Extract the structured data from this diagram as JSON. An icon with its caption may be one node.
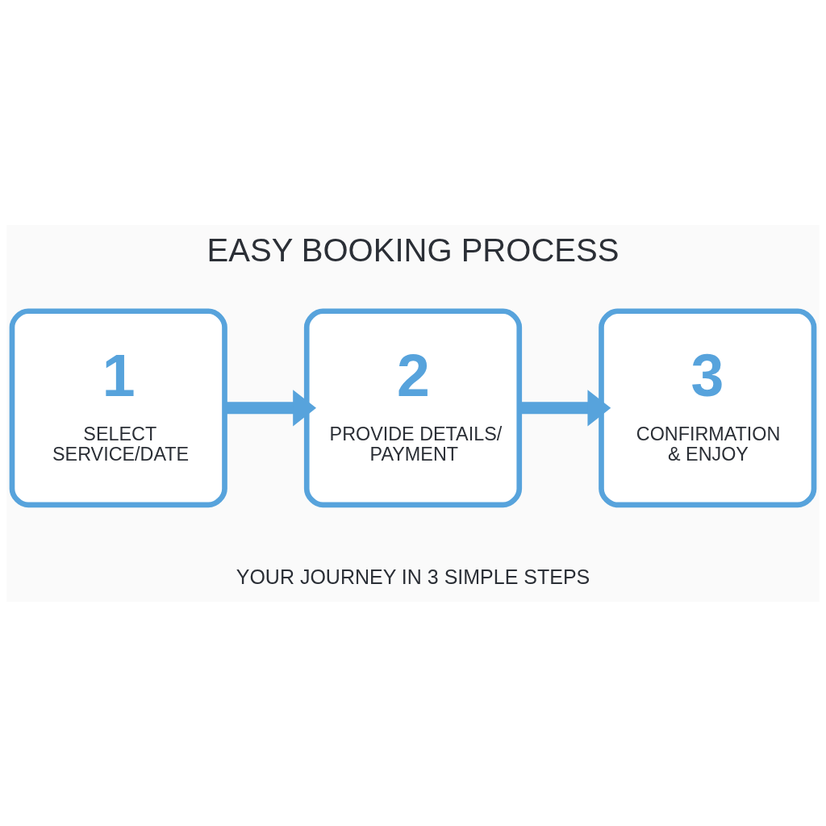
{
  "diagram": {
    "title": "EASY BOOKING PROCESS",
    "caption": "YOUR JOURNEY IN 3 SIMPLE STEPS",
    "nodes": [
      {
        "text": [
          "1",
          "SELECT SERVICE/DATE"
        ]
      },
      {
        "text": [
          "2",
          "PROVIDE DETAILS/ PAYMENT"
        ]
      },
      {
        "text": [
          "3",
          "CONFIRMATION & ENJOY"
        ]
      }
    ],
    "edges": [
      {
        "from": 0,
        "to": 1,
        "arrow": "to"
      },
      {
        "from": 1,
        "to": 2,
        "arrow": "to"
      }
    ]
  }
}
